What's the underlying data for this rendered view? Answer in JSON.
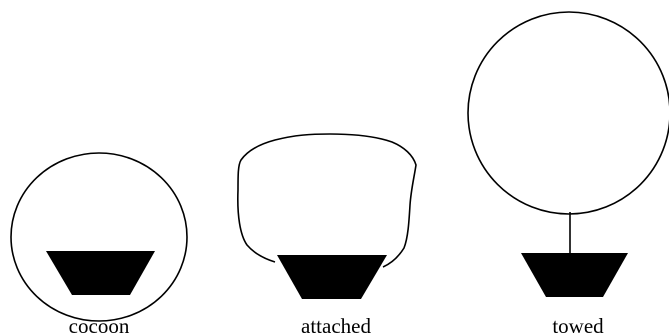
{
  "panels": [
    {
      "id": "cocoon",
      "label": "cocoon"
    },
    {
      "id": "attached",
      "label": "attached"
    },
    {
      "id": "towed",
      "label": "towed"
    }
  ],
  "colors": {
    "stroke": "#000000",
    "fill": "#000000",
    "background": "#ffffff"
  }
}
